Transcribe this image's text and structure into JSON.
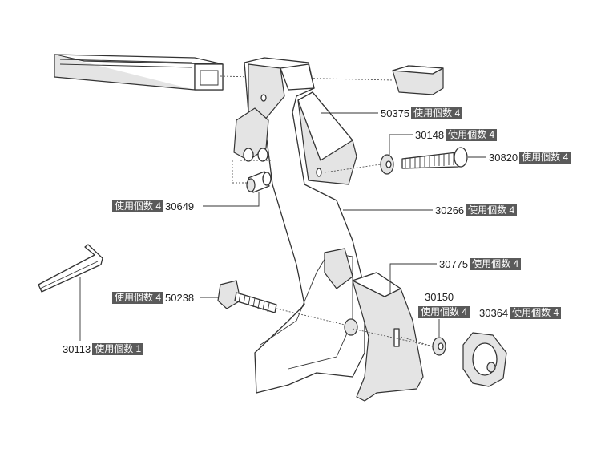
{
  "parts": [
    {
      "number": "50375",
      "qty": "使用個数 4"
    },
    {
      "number": "30148",
      "qty": "使用個数 4"
    },
    {
      "number": "30820",
      "qty": "使用個数 4"
    },
    {
      "number": "30649",
      "qty": "使用個数 4"
    },
    {
      "number": "30266",
      "qty": "使用個数 4"
    },
    {
      "number": "30775",
      "qty": "使用個数 4"
    },
    {
      "number": "50238",
      "qty": "使用個数 4"
    },
    {
      "number": "30150",
      "qty": "使用個数 4"
    },
    {
      "number": "30364",
      "qty": "使用個数 4"
    },
    {
      "number": "30113",
      "qty": "使用個数 1"
    }
  ],
  "colors": {
    "badge": "#5a5a5a",
    "line": "#333333"
  }
}
